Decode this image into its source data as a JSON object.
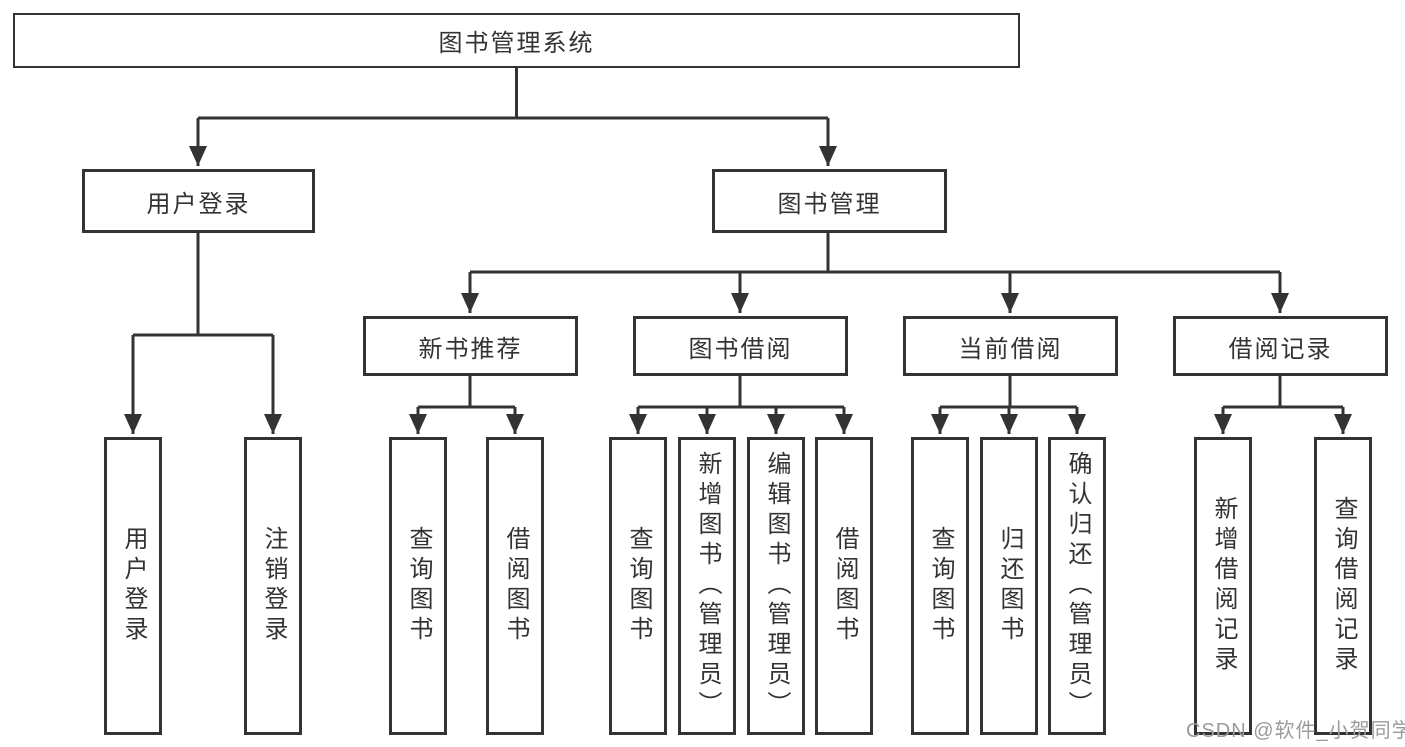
{
  "colors": {
    "background": "#ffffff",
    "line": "#333333",
    "box_border": "#333333",
    "text": "#333333",
    "watermark": "#9b9b9b"
  },
  "diagram": {
    "type": "hierarchy-tree",
    "root": {
      "label": "图书管理系统"
    },
    "branches": [
      {
        "label": "用户登录",
        "children": [
          {
            "label": "用户登录"
          },
          {
            "label": "注销登录"
          }
        ]
      },
      {
        "label": "图书管理",
        "children": [
          {
            "label": "新书推荐",
            "children": [
              {
                "label": "查询图书"
              },
              {
                "label": "借阅图书"
              }
            ]
          },
          {
            "label": "图书借阅",
            "children": [
              {
                "label": "查询图书"
              },
              {
                "label": "新增图书（管理员）"
              },
              {
                "label": "编辑图书（管理员）"
              },
              {
                "label": "借阅图书"
              }
            ]
          },
          {
            "label": "当前借阅",
            "children": [
              {
                "label": "查询图书"
              },
              {
                "label": "归还图书"
              },
              {
                "label": "确认归还（管理员）"
              }
            ]
          },
          {
            "label": "借阅记录",
            "children": [
              {
                "label": "新增借阅记录"
              },
              {
                "label": "查询借阅记录"
              }
            ]
          }
        ]
      }
    ]
  },
  "watermark": {
    "text": "CSDN @软件_小贺同学"
  }
}
